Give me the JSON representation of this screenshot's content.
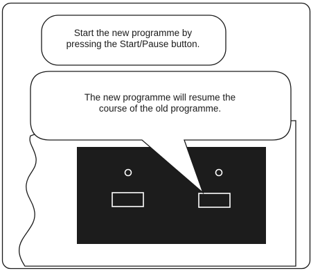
{
  "callouts": [
    {
      "line1": "Start the new programme by",
      "line2": "pressing the Start/Pause button."
    },
    {
      "line1": "The new programme will resume the",
      "line2": "course of the old programme."
    }
  ],
  "colors": {
    "outline": "#1a1a1a",
    "panel": "#1c1c1c",
    "background": "#ffffff"
  },
  "icons": [
    "indicator-light-icon",
    "button-outline-icon"
  ]
}
